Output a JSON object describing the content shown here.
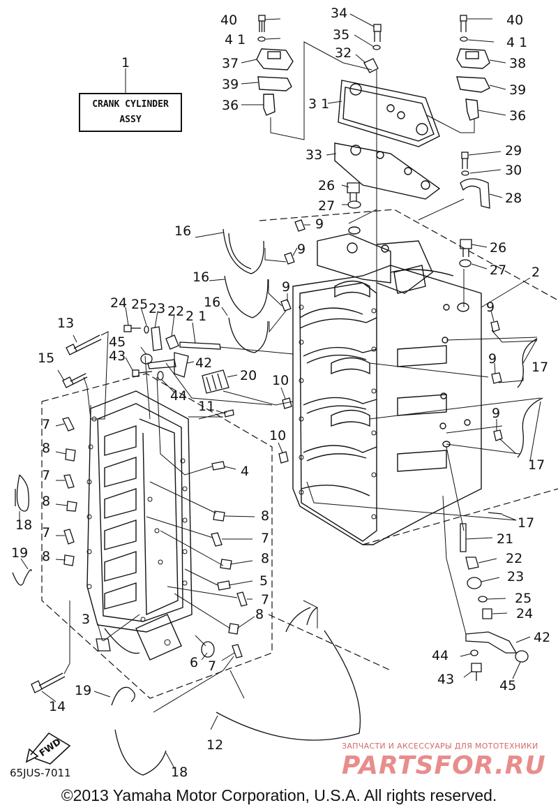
{
  "title_box": {
    "line1": "CRANK CYLINDER",
    "line2": "ASSY"
  },
  "callouts": {
    "c1": "1",
    "c2": "2",
    "c3": "3",
    "c4": "4",
    "c5": "5",
    "c6": "6",
    "c7a": "7",
    "c7b": "7",
    "c7c": "7",
    "c7d": "7",
    "c7e": "7",
    "c7f": "7",
    "c8a": "8",
    "c8b": "8",
    "c8c": "8",
    "c8d": "8",
    "c8e": "8",
    "c8f": "8",
    "c9a": "9",
    "c9b": "9",
    "c9c": "9",
    "c9d": "9",
    "c9e": "9",
    "c9f": "9",
    "c10a": "10",
    "c10b": "10",
    "c11": "11",
    "c12": "12",
    "c13": "13",
    "c14": "14",
    "c15": "15",
    "c16a": "16",
    "c16b": "16",
    "c16c": "16",
    "c17a": "17",
    "c17b": "17",
    "c17c": "17",
    "c18a": "18",
    "c18b": "18",
    "c19a": "19",
    "c19b": "19",
    "c20": "20",
    "c21a": "2 1",
    "c21b": "21",
    "c22a": "22",
    "c22b": "22",
    "c23a": "23",
    "c23b": "23",
    "c24a": "24",
    "c24b": "24",
    "c25a": "25",
    "c25b": "25",
    "c26a": "26",
    "c26b": "26",
    "c27a": "27",
    "c27b": "27",
    "c28": "28",
    "c29": "29",
    "c30": "30",
    "c31": "3 1",
    "c32": "32",
    "c33": "33",
    "c34": "34",
    "c35": "35",
    "c36a": "36",
    "c36b": "36",
    "c37": "37",
    "c38": "38",
    "c39a": "39",
    "c39b": "39",
    "c40a": "40",
    "c40b": "40",
    "c41a": "4 1",
    "c41b": "4 1",
    "c42a": "42",
    "c42b": "42",
    "c43a": "43",
    "c43b": "43",
    "c44a": "44",
    "c44b": "44",
    "c45a": "45",
    "c45b": "45"
  },
  "drawing_code": "65JUS-7011",
  "copyright": "©2013 Yamaha Motor Corporation, U.S.A. All rights reserved.",
  "watermark": {
    "tagline": "ЗАПЧАСТИ И АКСЕССУАРЫ ДЛЯ МОТОТЕХНИКИ",
    "brand": "PARTSFOR.RU"
  },
  "icons": {
    "fwd_arrow": "fwd-arrow-icon",
    "fwd_label": "FWD"
  }
}
